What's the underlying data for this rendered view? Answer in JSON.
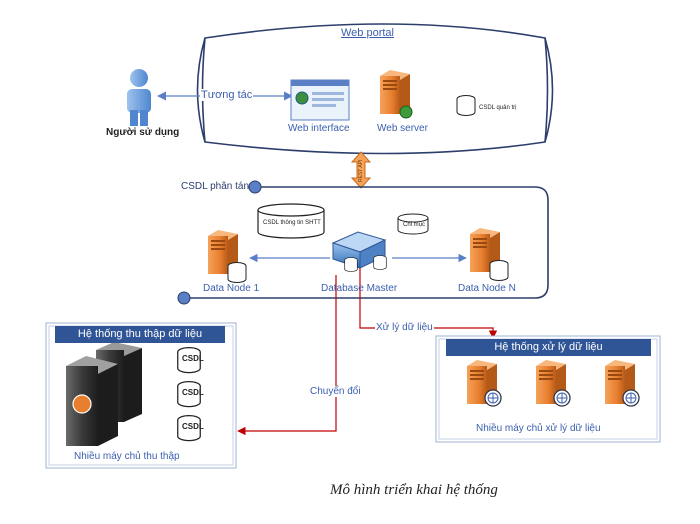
{
  "web_portal": {
    "title": "Web portal",
    "interaction": "Tương tác",
    "web_interface": "Web interface",
    "web_server": "Web server",
    "csdl_admin": "CSDL quản trị"
  },
  "user": {
    "label": "Người sử dụng"
  },
  "rest_api": "REST API",
  "distributed": {
    "title": "CSDL phân tán",
    "csdl_info": "CSDL thông tin SHTT",
    "index": "Chỉ mục",
    "node1": "Data Node 1",
    "master": "Database Master",
    "nodeN": "Data Node N"
  },
  "collection": {
    "title": "Hệ thống thu thập dữ liệu",
    "db_label": "CSDL",
    "servers_label": "Nhiều máy chủ thu thập"
  },
  "processing": {
    "title": "Hệ thống xử lý dữ liệu",
    "servers_label": "Nhiều máy chủ xử lý dữ liệu"
  },
  "flows": {
    "process": "Xử lý dữ liệu",
    "convert": "Chuyển đổi"
  },
  "caption": "Mô hình triển khai hệ thống",
  "colors": {
    "accent_blue": "#2f5597",
    "link_blue": "#3b5fae",
    "arrow_red": "#c00000",
    "server_orange": "#e87f2f"
  }
}
